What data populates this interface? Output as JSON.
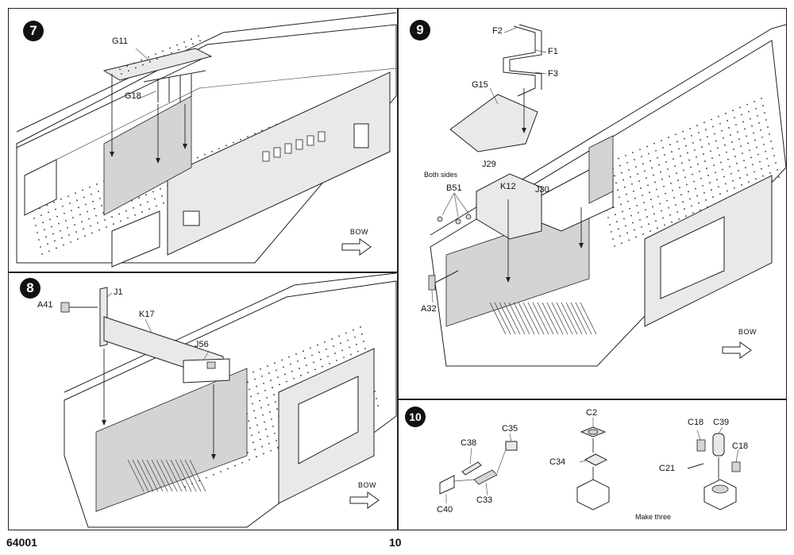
{
  "page": {
    "code": "64001",
    "number": "10"
  },
  "steps": [
    {
      "number": "7",
      "parts": [
        "G11",
        "G18"
      ],
      "direction": "BOW"
    },
    {
      "number": "8",
      "parts": [
        "J1",
        "A41",
        "K17",
        "J56"
      ],
      "direction": "BOW"
    },
    {
      "number": "9",
      "parts": [
        "F2",
        "F1",
        "F3",
        "G15",
        "J29",
        "K12",
        "J30",
        "B51",
        "A32"
      ],
      "note": "Both sides",
      "direction": "BOW"
    },
    {
      "number": "10",
      "parts": [
        "C35",
        "C38",
        "C40",
        "C33",
        "C2",
        "C34",
        "C18",
        "C39",
        "C21"
      ],
      "note": "Make three"
    }
  ],
  "icons": [
    "bow-arrow-icon"
  ]
}
